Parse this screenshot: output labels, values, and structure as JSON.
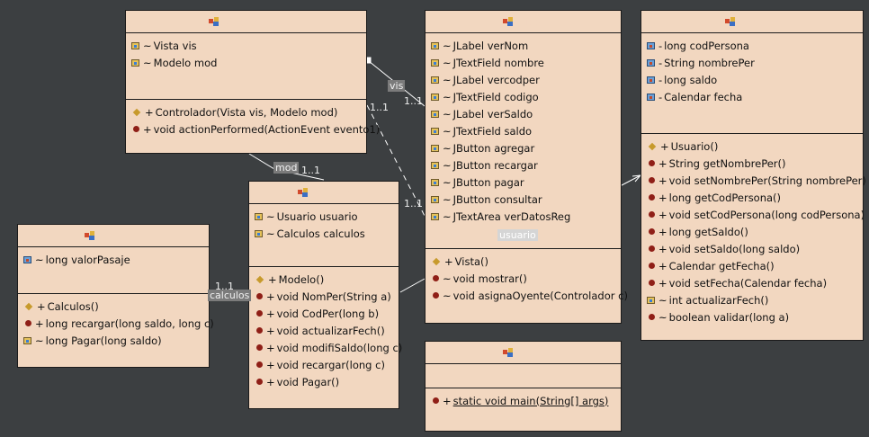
{
  "classes": {
    "controlador": {
      "title": "Controlador",
      "fields": [
        {
          "vis": "~",
          "text": "Vista vis"
        },
        {
          "vis": "~",
          "text": "Modelo mod"
        }
      ],
      "methods": [
        {
          "vis": "+",
          "text": "Controlador(Vista vis, Modelo mod)"
        },
        {
          "vis": "+",
          "text": "void actionPerformed(ActionEvent evento1)"
        }
      ]
    },
    "vista": {
      "title": "Vista",
      "fields": [
        {
          "vis": "~",
          "text": "JLabel verNom"
        },
        {
          "vis": "~",
          "text": "JTextField nombre"
        },
        {
          "vis": "~",
          "text": "JLabel vercodper"
        },
        {
          "vis": "~",
          "text": "JTextField codigo"
        },
        {
          "vis": "~",
          "text": "JLabel verSaldo"
        },
        {
          "vis": "~",
          "text": "JTextField saldo"
        },
        {
          "vis": "~",
          "text": "JButton agregar"
        },
        {
          "vis": "~",
          "text": "JButton recargar"
        },
        {
          "vis": "~",
          "text": "JButton pagar"
        },
        {
          "vis": "~",
          "text": "JButton consultar"
        },
        {
          "vis": "~",
          "text": "JTextArea verDatosReg"
        }
      ],
      "methods": [
        {
          "vis": "+",
          "text": "Vista()"
        },
        {
          "vis": "~",
          "text": "void mostrar()"
        },
        {
          "vis": "~",
          "text": "void asignaOyente(Controlador c)"
        }
      ]
    },
    "usuario": {
      "title": "Usuario",
      "fields": [
        {
          "vis": "-",
          "text": "long codPersona"
        },
        {
          "vis": "-",
          "text": "String nombrePer"
        },
        {
          "vis": "-",
          "text": "long saldo"
        },
        {
          "vis": "-",
          "text": "Calendar fecha"
        }
      ],
      "methods": [
        {
          "vis": "+",
          "text": "Usuario()"
        },
        {
          "vis": "+",
          "text": "String getNombrePer()"
        },
        {
          "vis": "+",
          "text": "void setNombrePer(String nombrePer)"
        },
        {
          "vis": "+",
          "text": "long getCodPersona()"
        },
        {
          "vis": "+",
          "text": "void setCodPersona(long codPersona)"
        },
        {
          "vis": "+",
          "text": "long getSaldo()"
        },
        {
          "vis": "+",
          "text": "void setSaldo(long saldo)"
        },
        {
          "vis": "+",
          "text": "Calendar getFecha()"
        },
        {
          "vis": "+",
          "text": "void setFecha(Calendar fecha)"
        },
        {
          "vis": "~",
          "text": "int actualizarFech()"
        },
        {
          "vis": "~",
          "text": "boolean validar(long a)"
        }
      ]
    },
    "modelo": {
      "title": "Modelo",
      "fields": [
        {
          "vis": "~",
          "text": "Usuario usuario"
        },
        {
          "vis": "~",
          "text": "Calculos calculos"
        }
      ],
      "methods": [
        {
          "vis": "+",
          "text": "Modelo()"
        },
        {
          "vis": "+",
          "text": "void NomPer(String a)"
        },
        {
          "vis": "+",
          "text": "void CodPer(long b)"
        },
        {
          "vis": "+",
          "text": "void actualizarFech()"
        },
        {
          "vis": "+",
          "text": "void modifiSaldo(long c)"
        },
        {
          "vis": "+",
          "text": "void recargar(long c)"
        },
        {
          "vis": "+",
          "text": "void Pagar()"
        }
      ]
    },
    "calculos": {
      "title": "Calculos",
      "fields": [
        {
          "vis": "~",
          "text": "long valorPasaje"
        }
      ],
      "methods": [
        {
          "vis": "+",
          "text": "Calculos()"
        },
        {
          "vis": "+",
          "text": "long recargar(long saldo, long c)"
        },
        {
          "vis": "~",
          "text": "long Pagar(long saldo)"
        }
      ]
    },
    "main": {
      "title": "Main",
      "fields": [],
      "methods": [
        {
          "vis": "+",
          "text": "static void main(String[] args)"
        }
      ]
    }
  },
  "edge_labels": {
    "vis": "vis",
    "vis_mult": "1..1",
    "mod": "mod",
    "mod_mult": "1..1",
    "ctrl_mult": "1..1",
    "dep_mult": "1..1",
    "usuario_role": "usuario",
    "calculos_role": "calculos",
    "calculos_mult": "1..1"
  },
  "colors": {
    "background": "#3c3f41",
    "class_fill": "#f2d7c0",
    "border": "#1b1b1b",
    "edge": "#ffffff"
  }
}
